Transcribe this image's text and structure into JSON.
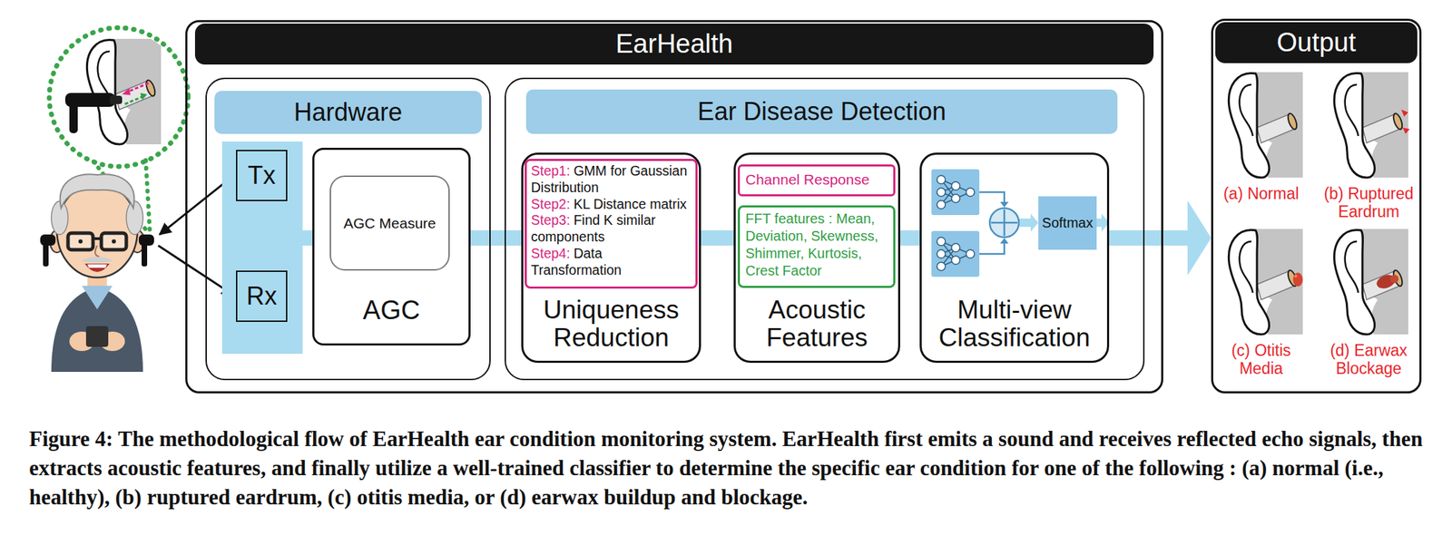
{
  "diagram": {
    "caption": "Figure 4: The methodological flow of EarHealth ear condition monitoring system. EarHealth first emits a sound and receives reflected echo signals, then extracts acoustic features, and finally utilize a well-trained classifier to determine the specific ear condition for one of the following : (a) normal (i.e., healthy), (b) ruptured eardrum, (c) otitis media, or (d) earwax buildup and blockage.",
    "nodes": [
      {
        "text": [
          "EarHealth"
        ]
      },
      {
        "text": [
          "Hardware"
        ],
        "in": 0
      },
      {
        "text": [
          "Tx"
        ],
        "in": 1
      },
      {
        "text": [
          "Rx"
        ],
        "in": 1
      },
      {
        "text": [
          "AGC"
        ],
        "in": 1
      },
      {
        "text": [
          "AGC Measure"
        ],
        "in": 4
      },
      {
        "text": [
          "Ear Disease Detection"
        ],
        "in": 0
      },
      {
        "text": [
          "Uniqueness Reduction"
        ],
        "in": 6
      },
      {
        "text": [
          "Step1:",
          "GMM for Gaussian Distribution",
          "Step2:",
          "KL Distance matrix",
          "Step3:",
          "Find K similar components",
          "Step4:",
          "Data Transformation"
        ],
        "in": 7
      },
      {
        "text": [
          "Acoustic Features"
        ],
        "in": 6
      },
      {
        "text": [
          "Channel Response"
        ],
        "in": 9
      },
      {
        "text": [
          "FFT features : Mean, Deviation, Skewness, Shimmer, Kurtosis, Crest Factor"
        ],
        "in": 9
      },
      {
        "text": [
          "Multi-view Classification"
        ],
        "in": 6
      },
      {
        "text": [
          "Softmax"
        ],
        "in": 12
      },
      {
        "text": [
          "Output"
        ]
      }
    ],
    "edges": [
      {
        "from": 4,
        "to": 7,
        "arrow": "none"
      },
      {
        "from": 7,
        "to": 9,
        "arrow": "none"
      },
      {
        "from": 9,
        "to": 12,
        "arrow": "none"
      },
      {
        "from": 12,
        "to": 14,
        "arrow": "to"
      }
    ],
    "labels": [
      "(a) Normal",
      "(b) Ruptured Eardrum",
      "(c) Otitis Media",
      "(d) Earwax Blockage"
    ]
  }
}
